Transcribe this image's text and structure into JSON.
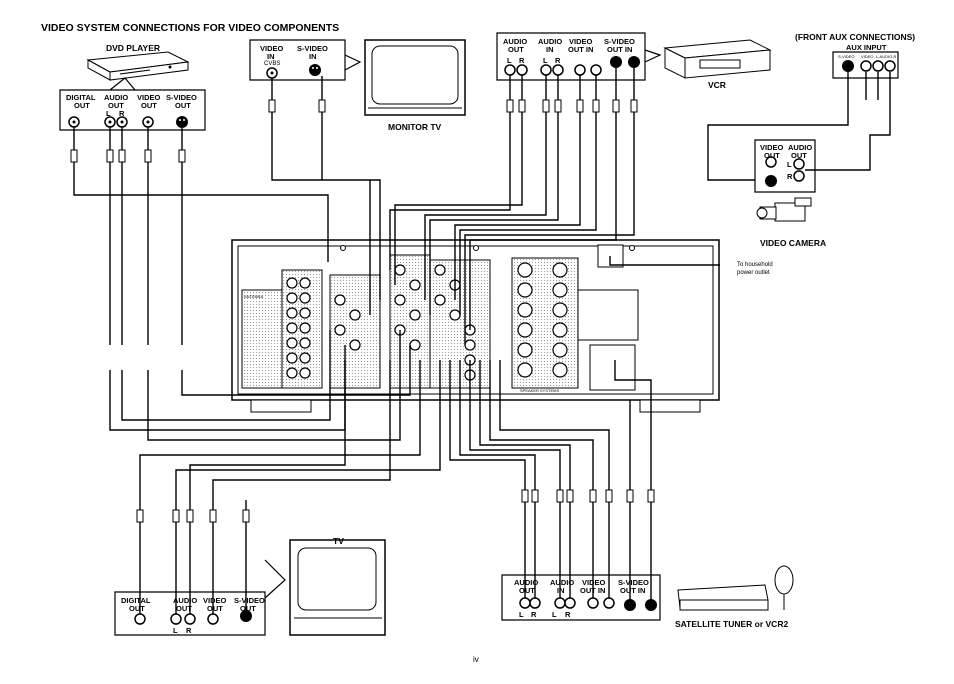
{
  "title": "VIDEO SYSTEM CONNECTIONS FOR VIDEO COMPONENTS",
  "page_number": "iv",
  "devices": {
    "dvd_player": "DVD PLAYER",
    "monitor_tv": "MONITOR TV",
    "vcr": "VCR",
    "front_aux_header": "(FRONT AUX CONNECTIONS)",
    "aux_input": "AUX INPUT",
    "video_camera": "VIDEO CAMERA",
    "tv": "TV",
    "sat_tuner": "SATELLITE TUNER or VCR2",
    "power_note_1": "To household",
    "power_note_2": "power outlet"
  },
  "dvd_panel": {
    "digital_1": "DIGITAL",
    "digital_2": "OUT",
    "audio_1": "AUDIO",
    "audio_2": "OUT",
    "lr_l": "L",
    "lr_r": "R",
    "video_1": "VIDEO",
    "video_2": "OUT",
    "svideo_1": "S-VIDEO",
    "svideo_2": "OUT"
  },
  "monitor_panel": {
    "video_1": "VIDEO",
    "video_2": "IN",
    "cvbs": "CVBS",
    "svideo_1": "S-VIDEO",
    "svideo_2": "IN"
  },
  "vcr_panel": {
    "audio_out_1": "AUDIO",
    "audio_out_2": "OUT",
    "audio_in_1": "AUDIO",
    "audio_in_2": "IN",
    "video_1": "VIDEO",
    "video_2": "OUT  IN",
    "svideo_1": "S-VIDEO",
    "svideo_2": "OUT   IN",
    "l": "L",
    "r": "R",
    "l2": "L",
    "r2": "R"
  },
  "aux_panel": {
    "svideo": "S-VIDEO",
    "video": "VIDEO",
    "lr": "L-AUDIO-R"
  },
  "camera_panel": {
    "video_1": "VIDEO",
    "video_2": "OUT",
    "audio_1": "AUDIO",
    "audio_2": "OUT",
    "l": "L",
    "r": "R"
  },
  "tv_panel": {
    "digital_1": "DIGITAL",
    "digital_2": "OUT",
    "audio_1": "AUDIO",
    "audio_2": "OUT",
    "video_1": "VIDEO",
    "video_2": "OUT",
    "svideo_1": "S-VIDEO",
    "svideo_2": "OUT",
    "l": "L",
    "r": "R"
  },
  "sat_panel": {
    "audio_out_1": "AUDIO",
    "audio_out_2": "OUT",
    "audio_in_1": "AUDIO",
    "audio_in_2": "IN",
    "video_1": "VIDEO",
    "video_2": "OUT  IN",
    "svideo_1": "S-VIDEO",
    "svideo_2": "OUT   IN",
    "l": "L",
    "r": "R",
    "l2": "L",
    "r2": "R"
  },
  "receiver": {
    "antenna": "ANTENNA",
    "speaker_systems": "SPEAKER SYSTEMS"
  },
  "colors": {
    "line": "#000000",
    "panel_fill": "#ffffff",
    "grid": "#bbbbbb"
  }
}
